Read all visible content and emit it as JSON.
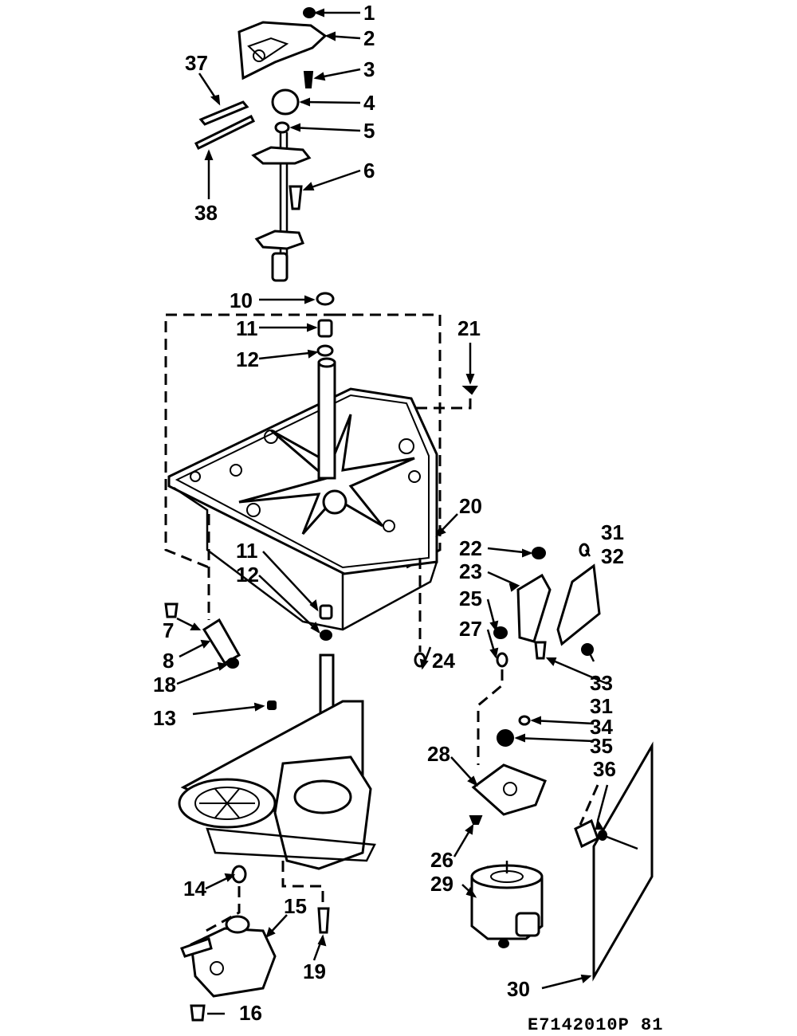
{
  "labels": {
    "l1": "1",
    "l2": "2",
    "l3": "3",
    "l4": "4",
    "l5": "5",
    "l6": "6",
    "l7": "7",
    "l8": "8",
    "l10": "10",
    "l11a": "11",
    "l11b": "11",
    "l12a": "12",
    "l12b": "12",
    "l13": "13",
    "l14": "14",
    "l15": "15",
    "l16": "16",
    "l18": "18",
    "l19": "19",
    "l20": "20",
    "l21": "21",
    "l22": "22",
    "l23": "23",
    "l24": "24",
    "l25": "25",
    "l26": "26",
    "l27": "27",
    "l28": "28",
    "l29": "29",
    "l30": "30",
    "l31a": "31",
    "l31b": "31",
    "l32": "32",
    "l33": "33",
    "l34": "34",
    "l35": "35",
    "l36": "36",
    "l37": "37",
    "l38": "38"
  },
  "drawing_code": "E7142010P 81"
}
